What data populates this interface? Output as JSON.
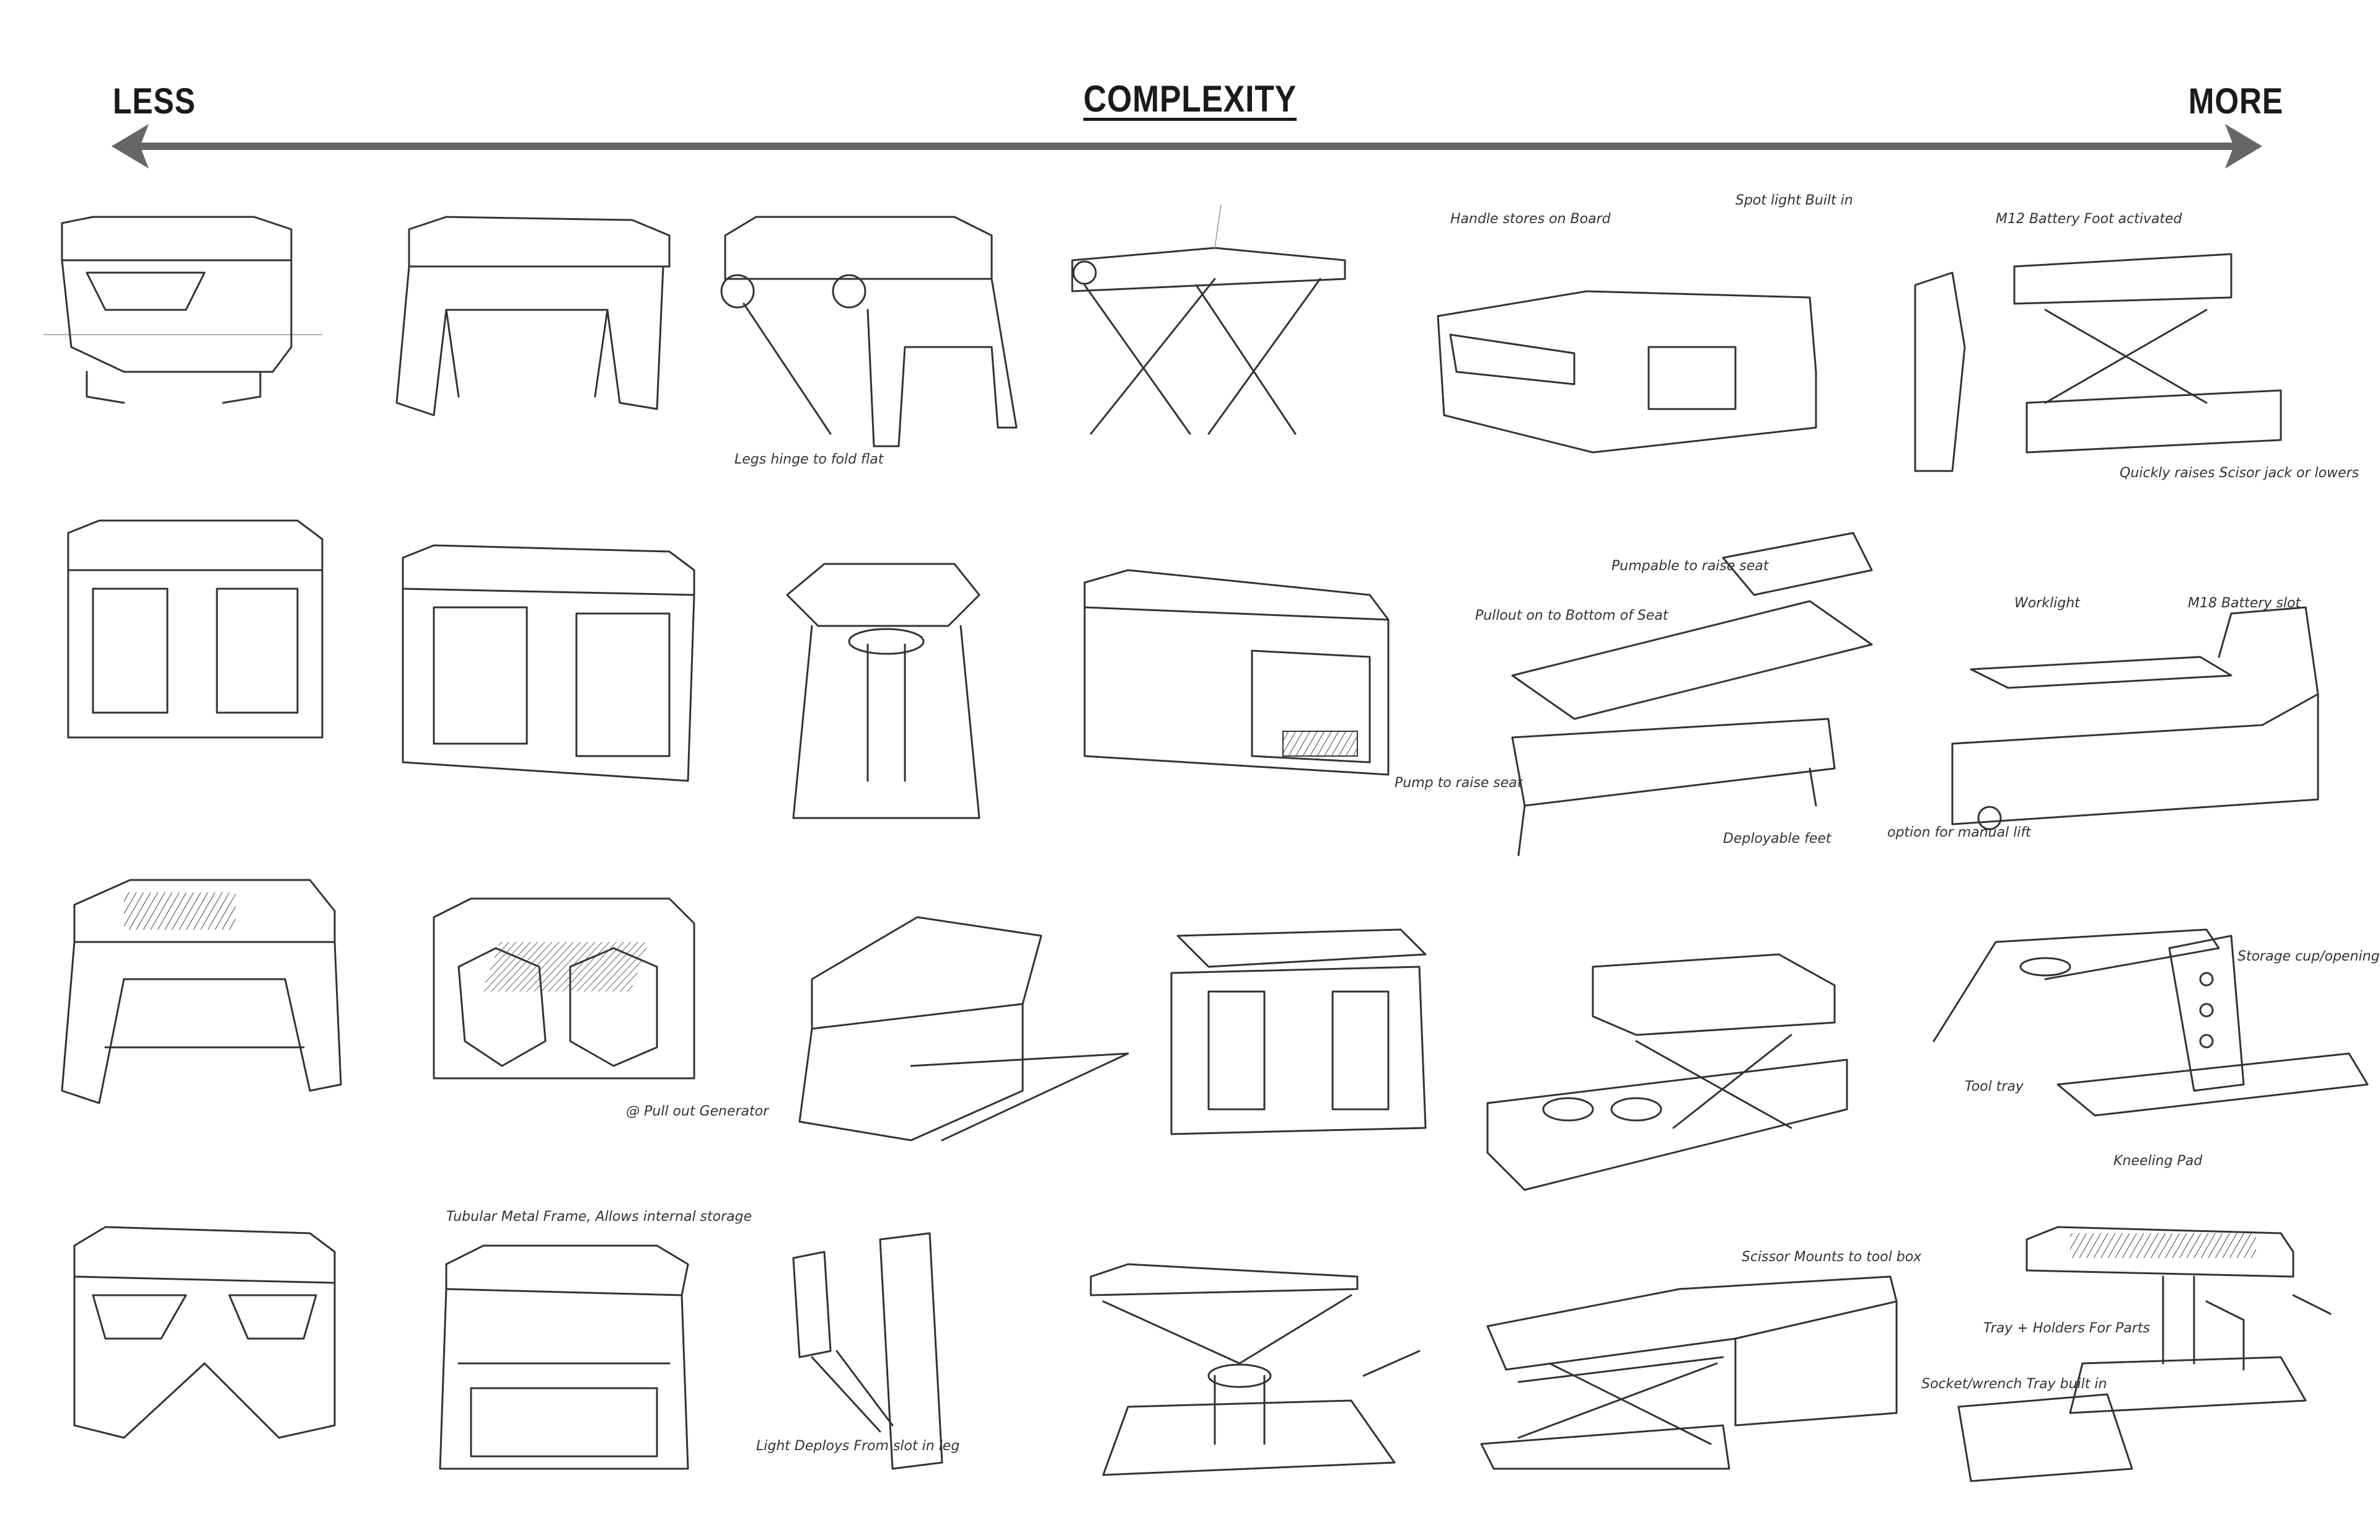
{
  "header": {
    "less_label": "LESS",
    "title": "COMPLEXITY",
    "more_label": "MORE"
  },
  "annotations": {
    "legs_hinge": "Legs hinge to fold flat",
    "handle_stores": "Handle stores on Board",
    "spotlight": "Spot light Built in",
    "m12_battery": "M12 Battery Foot activated",
    "scissor_jack": "Quickly raises Scisor jack or lowers",
    "pumpable": "Pumpable to raise seat",
    "pullout": "Pullout on to Bottom of Seat",
    "deployable_feet": "Deployable feet",
    "pump_raise": "Pump to raise seat",
    "worklight": "Worklight",
    "m18_slot": "M18 Battery slot",
    "manual_lift": "option for manual lift",
    "pullout_generator": "@ Pull out Generator",
    "storage_cups": "Storage cup/openings",
    "tool_tray": "Tool tray",
    "kneeling_pad": "Kneeling Pad",
    "tubular_metal": "Tubular Metal Frame, Allows internal storage",
    "light_deploys": "Light Deploys From slot in leg",
    "scissor_mounts": "Scissor Mounts to tool box",
    "tray_holders": "Tray + Holders For Parts",
    "socket_wrench": "Socket/wrench Tray built in"
  }
}
